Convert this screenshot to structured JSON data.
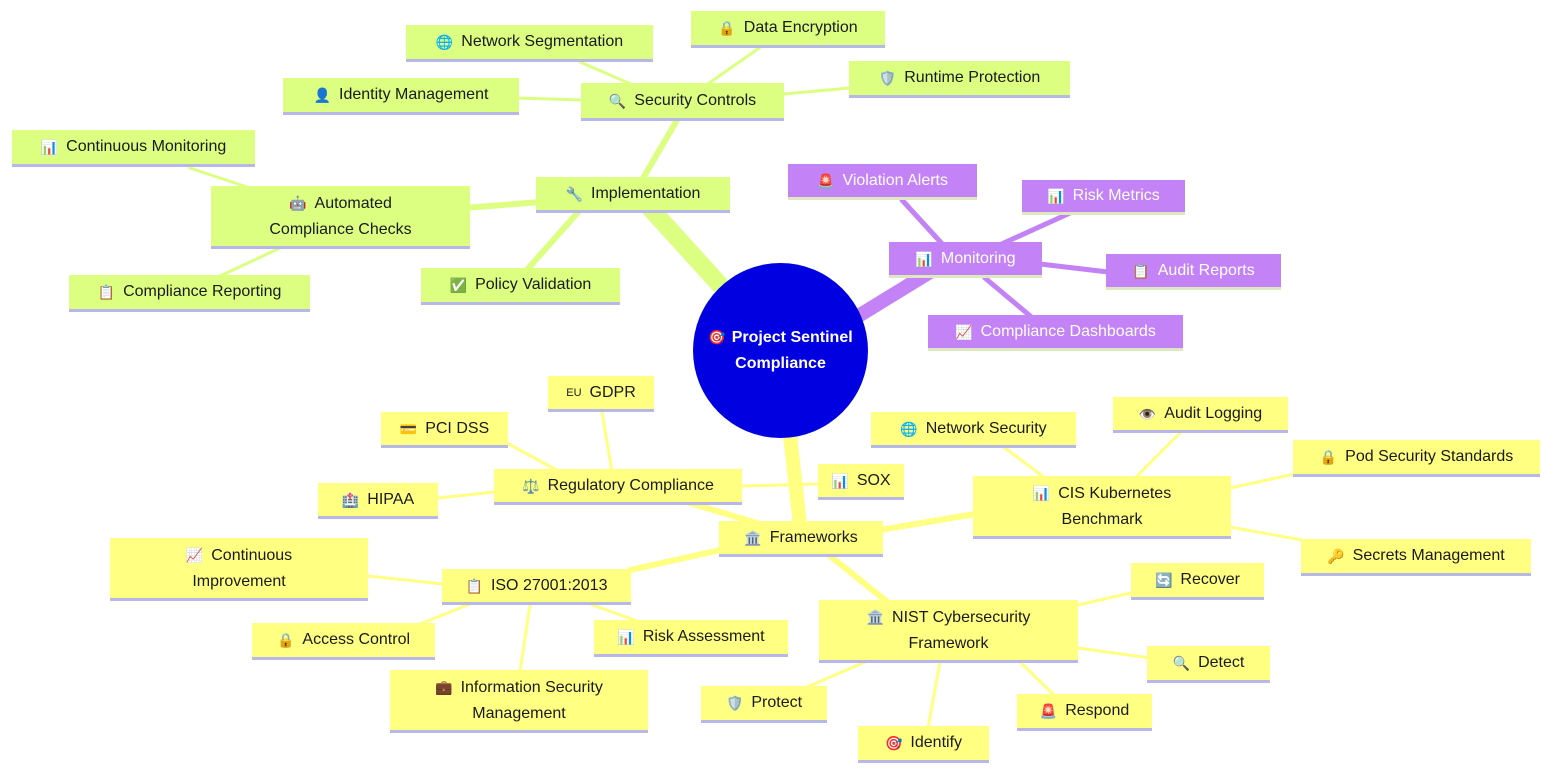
{
  "root": {
    "icon": "🎯",
    "label": "Project Sentinel Compliance"
  },
  "colors": {
    "root": "#0000e1",
    "implementation_branch": "#dcff82",
    "monitoring_branch": "#c382f5",
    "frameworks_branch": "#ffff82"
  },
  "implementation": {
    "node": {
      "icon": "🔧",
      "label": "Implementation"
    },
    "security_controls": {
      "node": {
        "icon": "🔍",
        "label": "Security Controls"
      },
      "network_segmentation": {
        "icon": "🌐",
        "label": "Network Segmentation"
      },
      "data_encryption": {
        "icon": "🔒",
        "label": "Data Encryption"
      },
      "identity_management": {
        "icon": "👤",
        "label": "Identity Management"
      },
      "runtime_protection": {
        "icon": "🛡️",
        "label": "Runtime Protection"
      }
    },
    "automated_checks": {
      "node": {
        "icon": "🤖",
        "label": "Automated Compliance Checks"
      },
      "continuous_monitoring": {
        "icon": "📊",
        "label": "Continuous Monitoring"
      },
      "compliance_reporting": {
        "icon": "📋",
        "label": "Compliance Reporting"
      }
    },
    "policy_validation": {
      "icon": "✅",
      "label": "Policy Validation"
    }
  },
  "monitoring": {
    "node": {
      "icon": "📊",
      "label": "Monitoring"
    },
    "violation_alerts": {
      "icon": "🚨",
      "label": "Violation Alerts"
    },
    "risk_metrics": {
      "icon": "📊",
      "label": "Risk Metrics"
    },
    "audit_reports": {
      "icon": "📋",
      "label": "Audit Reports"
    },
    "compliance_dashboards": {
      "icon": "📈",
      "label": "Compliance Dashboards"
    }
  },
  "frameworks": {
    "node": {
      "icon": "🏛️",
      "label": "Frameworks"
    },
    "regulatory": {
      "node": {
        "icon": "⚖️",
        "label": "Regulatory Compliance"
      },
      "gdpr": {
        "icon": "EU",
        "label": "GDPR"
      },
      "pci": {
        "icon": "💳",
        "label": "PCI DSS"
      },
      "hipaa": {
        "icon": "🏥",
        "label": "HIPAA"
      },
      "sox": {
        "icon": "📊",
        "label": "SOX"
      }
    },
    "cis": {
      "node": {
        "icon": "📊",
        "label": "CIS Kubernetes Benchmark"
      },
      "network_security": {
        "icon": "🌐",
        "label": "Network Security"
      },
      "audit_logging": {
        "icon": "👁️",
        "label": "Audit Logging"
      },
      "pod_security": {
        "icon": "🔒",
        "label": "Pod Security Standards"
      },
      "secrets_management": {
        "icon": "🔑",
        "label": "Secrets Management"
      }
    },
    "iso": {
      "node": {
        "icon": "📋",
        "label": "ISO 27001:2013"
      },
      "continuous_improvement": {
        "icon": "📈",
        "label": "Continuous Improvement"
      },
      "access_control": {
        "icon": "🔒",
        "label": "Access Control"
      },
      "information_security_management": {
        "icon": "💼",
        "label": "Information Security Management"
      },
      "risk_assessment": {
        "icon": "📊",
        "label": "Risk Assessment"
      }
    },
    "nist": {
      "node": {
        "icon": "🏛️",
        "label": "NIST Cybersecurity Framework"
      },
      "recover": {
        "icon": "🔄",
        "label": "Recover"
      },
      "detect": {
        "icon": "🔍",
        "label": "Detect"
      },
      "respond": {
        "icon": "🚨",
        "label": "Respond"
      },
      "identify": {
        "icon": "🎯",
        "label": "Identify"
      },
      "protect": {
        "icon": "🛡️",
        "label": "Protect"
      }
    }
  }
}
